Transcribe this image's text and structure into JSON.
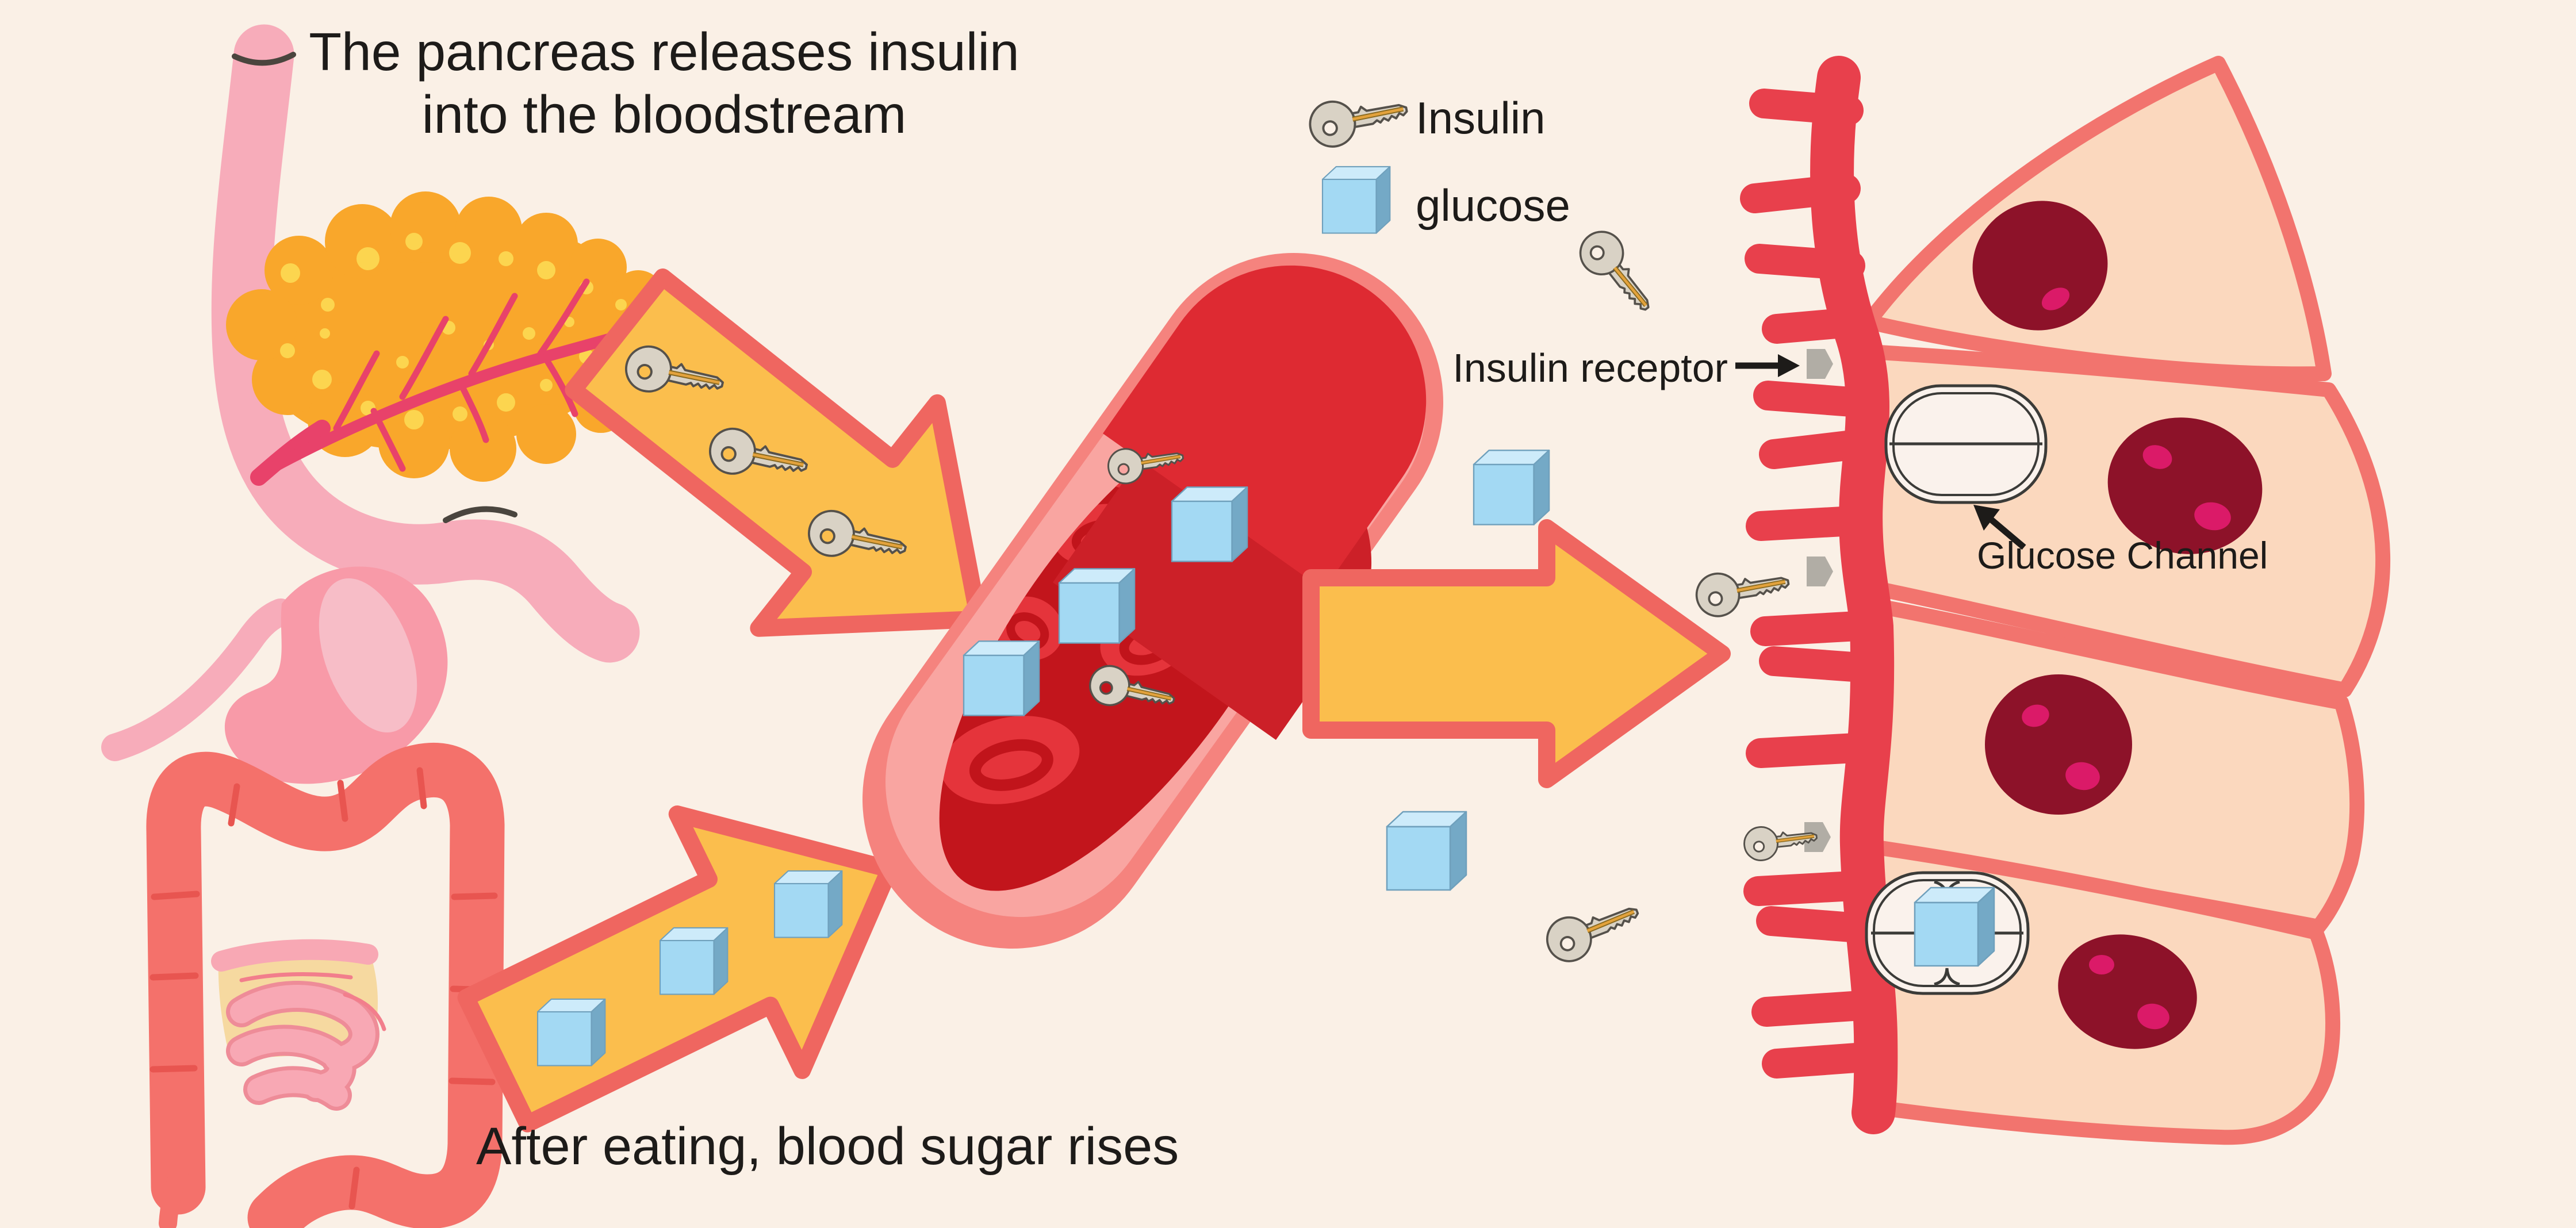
{
  "title": "The pancreas releases insulin\ninto the bloodstream",
  "captions": {
    "after_eating": "After eating, blood sugar rises"
  },
  "legend": {
    "items": [
      {
        "icon": "insulin-key-icon",
        "label": "Insulin"
      },
      {
        "icon": "glucose-cube-icon",
        "label": "glucose"
      }
    ]
  },
  "annotations": {
    "insulin_receptor": "Insulin receptor",
    "glucose_channel": "Glucose Channel"
  },
  "scene_icons": [
    "pancreas-icon",
    "duodenum-icon",
    "stomach-icon",
    "intestines-icon",
    "blood-vessel-icon",
    "red-blood-cell-icon",
    "insulin-key-icon",
    "glucose-cube-icon",
    "flow-arrow-icon",
    "cell-icon",
    "cell-nucleus-icon",
    "insulin-receptor-icon",
    "glucose-channel-icon",
    "microvilli-icon"
  ],
  "colors": {
    "background": "#FAF0E6",
    "text": "#1D1B19",
    "arrow_fill": "#FBBE4D",
    "arrow_border": "#EF6660",
    "key_fill": "#D9D2C5",
    "key_stripe": "#E3A23C",
    "cube_front": "#A3D9F3",
    "cube_top": "#CDEBFA",
    "cube_side": "#74A9C6",
    "vessel_wall": "#F5837E",
    "blood": "#C2151C",
    "red_blood_cell": "#E5343B",
    "membrane_red": "#E8404C",
    "cell_fill": "#FBD8BE",
    "cell_border": "#F2746E",
    "nucleus": "#8D1229",
    "nucleolus": "#DB1A68",
    "receptor_gray": "#B1ADA5",
    "pancreas_orange": "#F9A72B",
    "pancreas_dots": "#FCD54F",
    "organ_pink": "#F7ACBA",
    "stomach_pink": "#F89AA8",
    "colon_coral": "#F4716B"
  }
}
